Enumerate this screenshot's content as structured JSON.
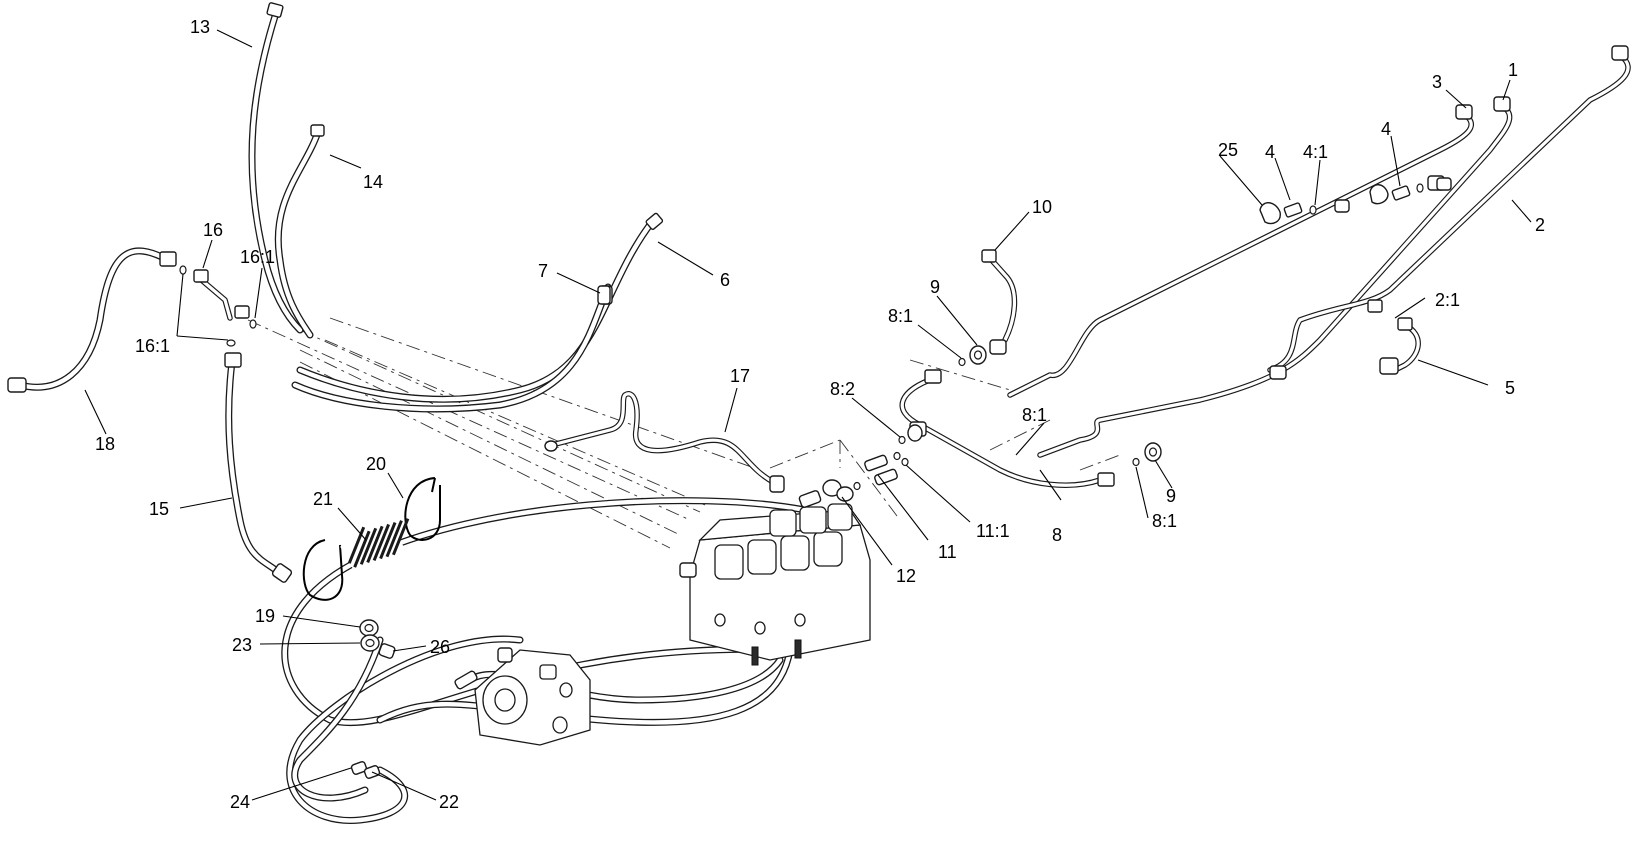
{
  "callouts": [
    {
      "id": "c1",
      "text": "1"
    },
    {
      "id": "c2",
      "text": "2"
    },
    {
      "id": "c2_1",
      "text": "2:1"
    },
    {
      "id": "c3",
      "text": "3"
    },
    {
      "id": "c4a",
      "text": "4"
    },
    {
      "id": "c4b",
      "text": "4"
    },
    {
      "id": "c4_1",
      "text": "4:1"
    },
    {
      "id": "c5",
      "text": "5"
    },
    {
      "id": "c6",
      "text": "6"
    },
    {
      "id": "c7",
      "text": "7"
    },
    {
      "id": "c8",
      "text": "8"
    },
    {
      "id": "c8_1a",
      "text": "8:1"
    },
    {
      "id": "c8_1b",
      "text": "8:1"
    },
    {
      "id": "c8_1c",
      "text": "8:1"
    },
    {
      "id": "c8_2",
      "text": "8:2"
    },
    {
      "id": "c9a",
      "text": "9"
    },
    {
      "id": "c9b",
      "text": "9"
    },
    {
      "id": "c10",
      "text": "10"
    },
    {
      "id": "c11",
      "text": "11"
    },
    {
      "id": "c11_1",
      "text": "11:1"
    },
    {
      "id": "c12",
      "text": "12"
    },
    {
      "id": "c13",
      "text": "13"
    },
    {
      "id": "c14",
      "text": "14"
    },
    {
      "id": "c15",
      "text": "15"
    },
    {
      "id": "c16",
      "text": "16"
    },
    {
      "id": "c16_1a",
      "text": "16:1"
    },
    {
      "id": "c16_1b",
      "text": "16:1"
    },
    {
      "id": "c17",
      "text": "17"
    },
    {
      "id": "c18",
      "text": "18"
    },
    {
      "id": "c19",
      "text": "19"
    },
    {
      "id": "c20",
      "text": "20"
    },
    {
      "id": "c21",
      "text": "21"
    },
    {
      "id": "c22",
      "text": "22"
    },
    {
      "id": "c23",
      "text": "23"
    },
    {
      "id": "c24",
      "text": "24"
    },
    {
      "id": "c25",
      "text": "25"
    },
    {
      "id": "c26",
      "text": "26"
    }
  ]
}
